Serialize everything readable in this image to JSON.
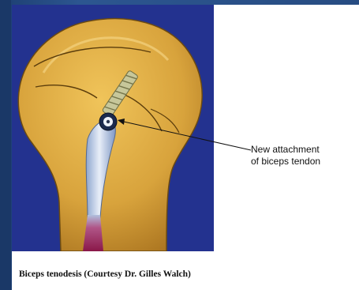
{
  "figure": {
    "callout": {
      "line1": "New attachment",
      "line2": "of biceps tendon"
    },
    "caption": "Biceps tenodesis (Courtesy Dr. Gilles Walch)",
    "colors": {
      "slide_background": "#2a4f86",
      "illustration_background": "#23328f",
      "bone": "#d6a43f",
      "tendon": "#c9d6ea",
      "tendon_muscle": "#a0245e",
      "screw": "#b8b88a"
    }
  }
}
